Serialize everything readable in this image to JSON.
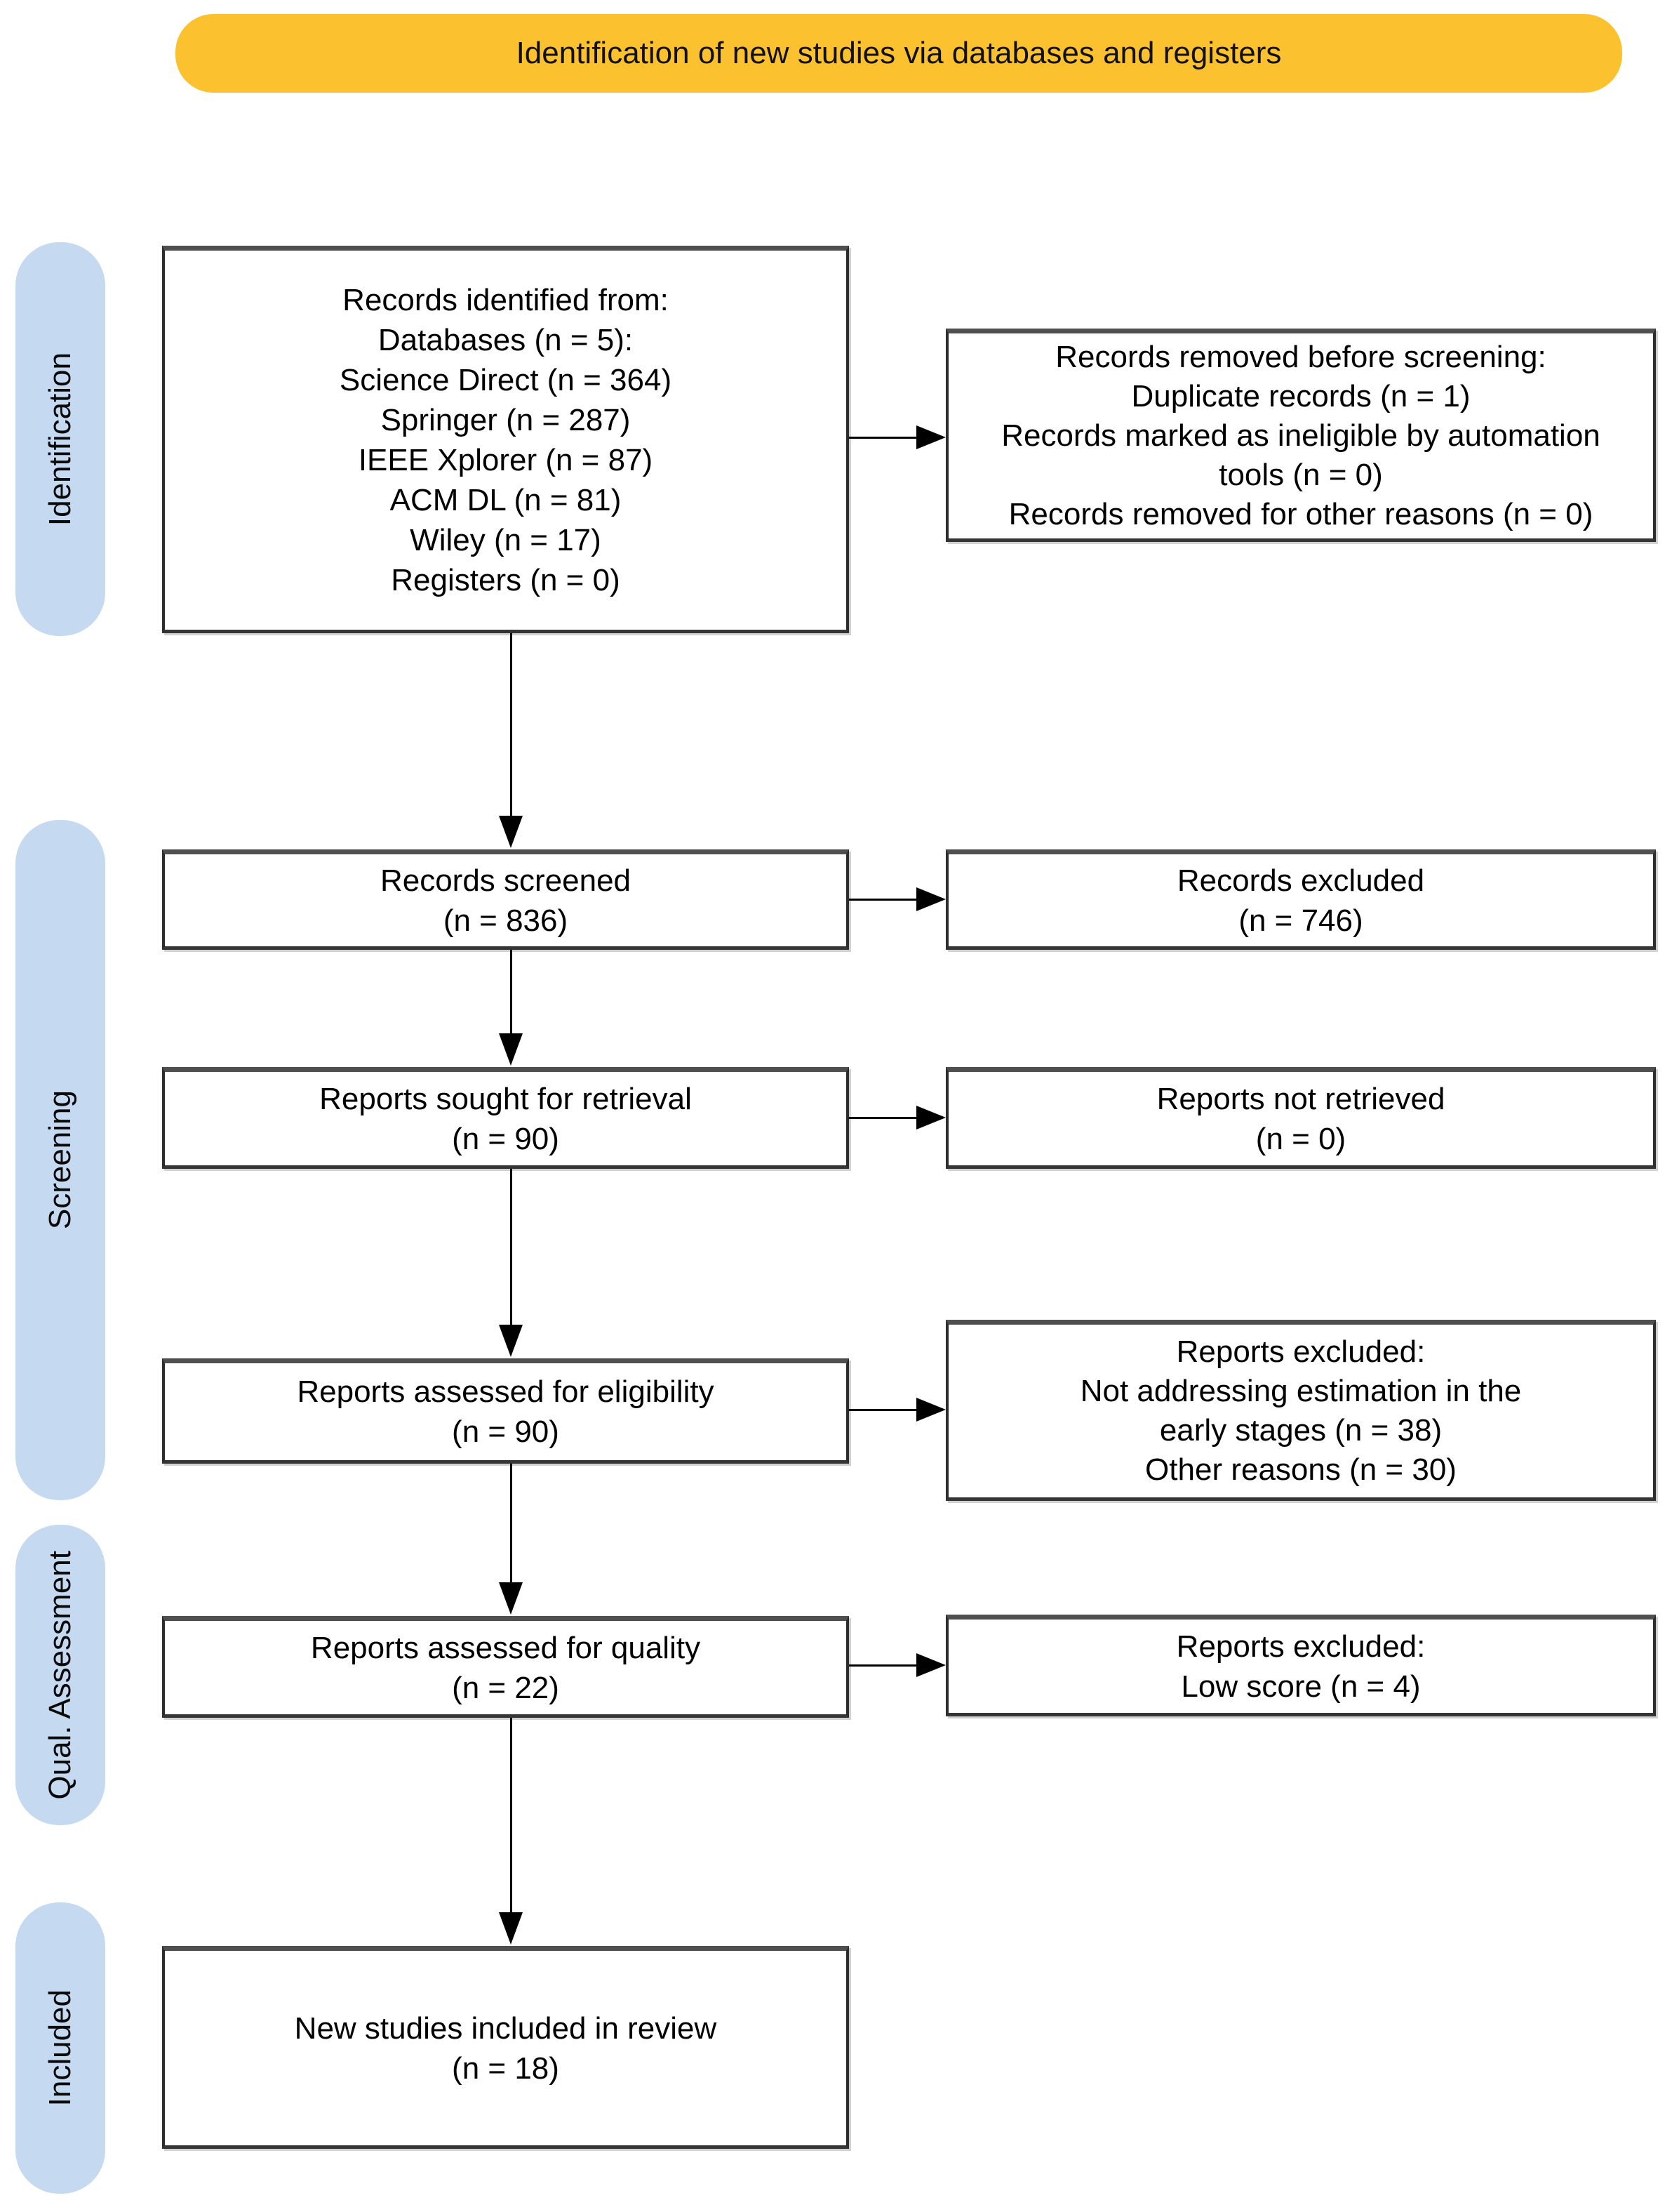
{
  "banner": {
    "label": "Identification of new studies via databases and registers",
    "bg_color": "#FCC12E"
  },
  "stages": [
    {
      "label": "Identification"
    },
    {
      "label": "Screening"
    },
    {
      "label": "Qual. Assessment"
    },
    {
      "label": "Included"
    }
  ],
  "stage_bar_color": "#C5D9F1",
  "boxes": {
    "identified": {
      "text": "Records identified from:\nDatabases (n = 5):\nScience Direct (n = 364)\nSpringer (n = 287)\nIEEE Xplorer (n = 87)\nACM DL (n = 81)\nWiley (n = 17)\nRegisters (n = 0)"
    },
    "removed_before_screening": {
      "text": "Records removed before screening:\nDuplicate records (n = 1)\nRecords marked as ineligible by automation\ntools (n = 0)\nRecords removed for other reasons (n = 0)"
    },
    "screened": {
      "text": "Records screened\n(n = 836)"
    },
    "records_excluded": {
      "text": "Records excluded\n(n = 746)"
    },
    "sought": {
      "text": "Reports sought for retrieval\n(n = 90)"
    },
    "not_retrieved": {
      "text": "Reports not retrieved\n(n = 0)"
    },
    "eligibility": {
      "text": "Reports assessed for eligibility\n(n = 90)"
    },
    "excluded_eligibility": {
      "text": "Reports excluded:\nNot addressing estimation in the\nearly stages (n = 38)\nOther reasons (n = 30)"
    },
    "quality": {
      "text": "Reports assessed for quality\n(n = 22)"
    },
    "excluded_quality": {
      "text": "Reports excluded:\nLow score (n = 4)"
    },
    "included": {
      "text": "New studies included in review\n(n = 18)"
    }
  }
}
